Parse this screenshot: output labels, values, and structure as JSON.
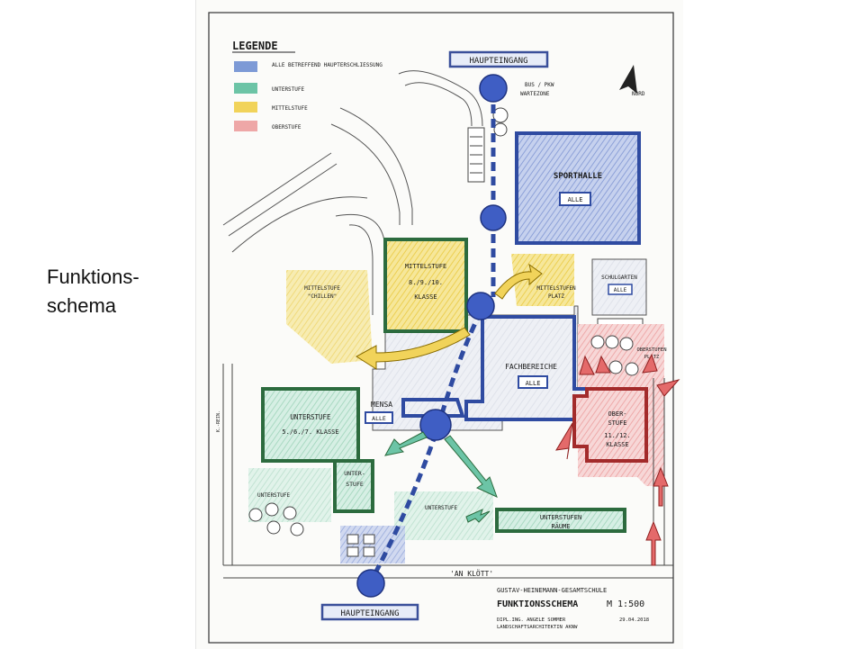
{
  "side_title": [
    "Funktions-",
    "schema"
  ],
  "legend": {
    "title": "LEGENDE",
    "items": [
      {
        "key": "alle",
        "label": "ALLE BETREFFEND HAUPTERSCHLIESSUNG",
        "color": "#7d9ad6"
      },
      {
        "key": "unterstufe",
        "label": "UNTERSTUFE",
        "color": "#6cc4a6"
      },
      {
        "key": "mittelstufe",
        "label": "MITTELSTUFE",
        "color": "#f1d35a"
      },
      {
        "key": "oberstufe",
        "label": "OBERSTUFE",
        "color": "#eea7a7"
      }
    ]
  },
  "labels": {
    "haupteingang_top": "HAUPTEINGANG",
    "haupteingang_bottom": "HAUPTEINGANG",
    "bus": "BUS / PKW",
    "wartezone": "WARTEZONE",
    "nord": "NORD",
    "sporthalle": "SPORTHALLE",
    "alle": "ALLE",
    "mittelstufe_block": [
      "MITTELSTUFE",
      "8./9./10.",
      "KLASSE"
    ],
    "mittelstufen_platz": [
      "MITTELSTUFEN",
      "PLATZ"
    ],
    "mittelstufe_chillen": [
      "MITTELSTUFE",
      "\"CHILLEN\""
    ],
    "schulgarten": "SCHULGARTEN",
    "fachbereiche": "FACHBEREICHE",
    "mensa": "MENSA",
    "unterstufe_block": [
      "UNTERSTUFE",
      "5./6./7. KLASSE"
    ],
    "unterstufe_small": [
      "UNTER-",
      "STUFE"
    ],
    "unterstufe_left": "UNTERSTUFE",
    "unterstufe_mid": "UNTERSTUFE",
    "unterstufen_raeume": [
      "UNTERSTUFEN",
      "RÄUME"
    ],
    "oberstufe_block": [
      "OBER-",
      "STUFE",
      "11./12.",
      "KLASSE"
    ],
    "oberstufen_platz": [
      "OBERSTUFEN",
      "PLATZ"
    ],
    "street": "'AN KLÖTT'",
    "side_street": "K.-REIN."
  },
  "title_block": {
    "school": "GUSTAV-HEINEMANN-GESAMTSCHULE",
    "title": "FUNKTIONSSCHEMA",
    "scale": "M 1:500",
    "author": [
      "DIPL.ING. ANGELE SOMMER",
      "LANDSCHAFTSARCHITEKTIN AKNW"
    ],
    "date": "29.04.2018"
  }
}
